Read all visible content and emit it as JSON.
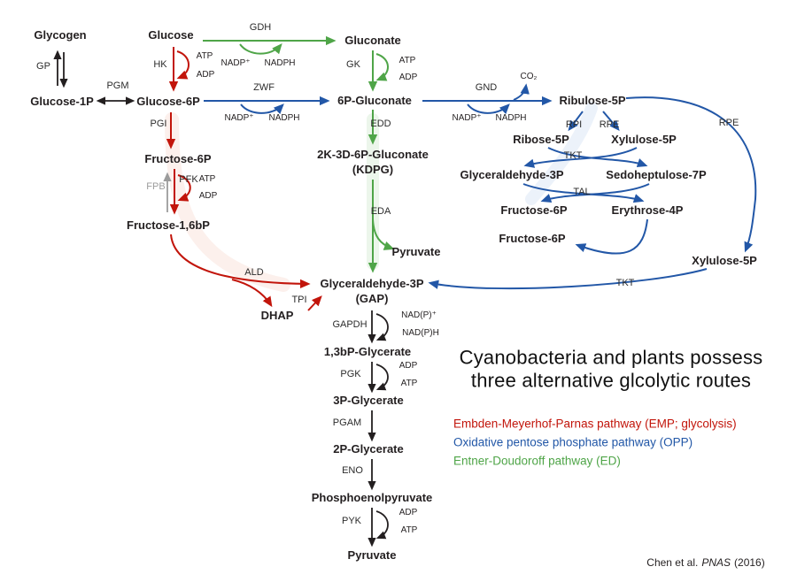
{
  "colors": {
    "emp_red": "#c2150b",
    "opp_blue": "#2257a7",
    "ed_green": "#4fa548",
    "reverse_gray": "#9b9b9b",
    "text_black": "#231f20"
  },
  "metabolites": {
    "glycogen": "Glycogen",
    "glucose": "Glucose",
    "gluconate": "Gluconate",
    "glucose_1p": "Glucose-1P",
    "glucose_6p": "Glucose-6P",
    "p6_gluconate": "6P-Gluconate",
    "ribulose_5p": "Ribulose-5P",
    "fructose_6p_emp": "Fructose-6P",
    "kdpg_line1": "2K-3D-6P-Gluconate",
    "kdpg_line2": "(KDPG)",
    "ribose_5p": "Ribose-5P",
    "xylulose_5p_upper": "Xylulose-5P",
    "glyceraldehyde_3p_opp": "Glyceraldehyde-3P",
    "sedoheptulose_7p": "Sedoheptulose-7P",
    "fructose_6p_opp_a": "Fructose-6P",
    "erythrose_4p": "Erythrose-4P",
    "fructose_6p_opp_b": "Fructose-6P",
    "fructose_16bp": "Fructose-1,6bP",
    "pyruvate_ed": "Pyruvate",
    "xylulose_5p_lower": "Xylulose-5P",
    "dhap": "DHAP",
    "gap_line1": "Glyceraldehyde-3P",
    "gap_line2": "(GAP)",
    "bpg_13": "1,3bP-Glycerate",
    "pg_3": "3P-Glycerate",
    "pg_2": "2P-Glycerate",
    "pep": "Phosphoenolpyruvate",
    "pyruvate_emp": "Pyruvate"
  },
  "enzymes": {
    "gp": "GP",
    "pgm": "PGM",
    "hk": "HK",
    "gdh": "GDH",
    "gk": "GK",
    "zwf": "ZWF",
    "gnd": "GND",
    "pgi": "PGI",
    "edd": "EDD",
    "eda": "EDA",
    "rpi": "RPI",
    "rpe_upper": "RPE",
    "rpe_right": "RPE",
    "tkt_upper": "TKT",
    "tal": "TAL",
    "tkt_lower": "TKT",
    "pfk": "PFK",
    "fpb": "FPB",
    "ald": "ALD",
    "tpi": "TPI",
    "gapdh": "GAPDH",
    "pgk": "PGK",
    "pgam": "PGAM",
    "eno": "ENO",
    "pyk": "PYK"
  },
  "cofactors": {
    "hk_atp": "ATP",
    "hk_adp": "ADP",
    "gdh_nadp": "NADP⁺",
    "gdh_nadph": "NADPH",
    "gk_atp": "ATP",
    "gk_adp": "ADP",
    "zwf_nadp": "NADP⁺",
    "zwf_nadph": "NADPH",
    "gnd_nadp": "NADP⁺",
    "gnd_nadph": "NADPH",
    "co2": "CO₂",
    "pfk_atp": "ATP",
    "pfk_adp": "ADP",
    "gapdh_nadp": "NAD(P)⁺",
    "gapdh_nadph": "NAD(P)H",
    "pgk_adp": "ADP",
    "pgk_atp": "ATP",
    "pyk_adp": "ADP",
    "pyk_atp": "ATP"
  },
  "caption": {
    "line1": "Cyanobacteria and plants possess",
    "line2": "three alternative glcolytic routes"
  },
  "legend": {
    "emp": "Embden-Meyerhof-Parnas pathway (EMP; glycolysis)",
    "opp": "Oxidative pentose phosphate pathway (OPP)",
    "ed": "Entner-Doudoroff pathway (ED)"
  },
  "citation": {
    "authors": "Chen et al.",
    "journal": "PNAS",
    "year": "(2016)"
  }
}
